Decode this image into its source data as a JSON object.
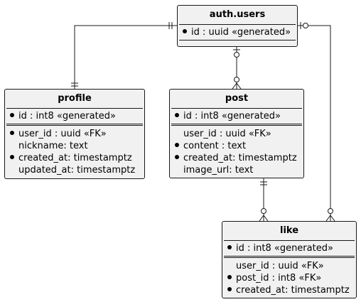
{
  "entities": {
    "auth_users": {
      "title": "auth.users",
      "pk": [
        "id : uuid «generated»"
      ],
      "attrs": []
    },
    "profile": {
      "title": "profile",
      "pk": [
        "id : int8 «generated»"
      ],
      "attrs": [
        {
          "text": "user_id : uuid «FK»",
          "mandatory": true
        },
        {
          "text": "nickname: text",
          "mandatory": false
        },
        {
          "text": "created_at: timestamptz",
          "mandatory": true
        },
        {
          "text": "updated_at: timestamptz",
          "mandatory": false
        }
      ]
    },
    "post": {
      "title": "post",
      "pk": [
        "id : int8 «generated»"
      ],
      "attrs": [
        {
          "text": "user_id : uuid «FK»",
          "mandatory": false
        },
        {
          "text": "content : text",
          "mandatory": true
        },
        {
          "text": "created_at: timestamptz",
          "mandatory": true
        },
        {
          "text": "image_url: text",
          "mandatory": false
        }
      ]
    },
    "like": {
      "title": "like",
      "pk": [
        "id : int8 «generated»"
      ],
      "attrs": [
        {
          "text": "user_id : uuid «FK»",
          "mandatory": false
        },
        {
          "text": "post_id : int8 «FK»",
          "mandatory": true
        },
        {
          "text": "created_at: timestamptz",
          "mandatory": true
        }
      ]
    }
  },
  "relationships": [
    {
      "from": "auth.users",
      "to": "profile",
      "from_card": "exactly-one",
      "to_card": "exactly-one"
    },
    {
      "from": "auth.users",
      "to": "post",
      "from_card": "zero-or-one",
      "to_card": "zero-or-many"
    },
    {
      "from": "auth.users",
      "to": "like",
      "from_card": "zero-or-one",
      "to_card": "zero-or-many"
    },
    {
      "from": "post",
      "to": "like",
      "from_card": "exactly-one",
      "to_card": "zero-or-many"
    }
  ],
  "colors": {
    "entity_fill": "#f1f1f1",
    "entity_border": "#181818",
    "line": "#181818"
  }
}
